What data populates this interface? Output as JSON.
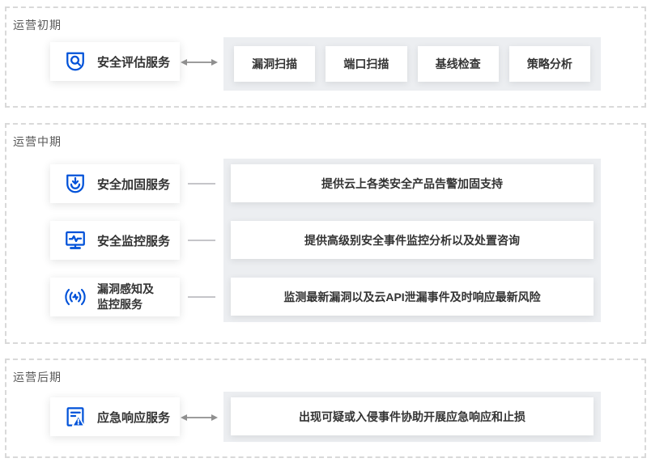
{
  "colors": {
    "accent_blue": "#0052D9",
    "card_text": "#333333",
    "section_title_text": "#595959",
    "panel_background": "#ECEEF1",
    "dashed_border": "#D9D9D9",
    "arrow_gray": "#9C9C9C"
  },
  "sections": [
    {
      "title": "运营初期",
      "service_card": {
        "label": "安全评估服务",
        "icon": "shield-search-icon"
      },
      "connector": "double-arrow",
      "items": [
        "漏洞扫描",
        "端口扫描",
        "基线检查",
        "策略分析"
      ]
    },
    {
      "title": "运营中期",
      "connector": "line",
      "rows": [
        {
          "label": "安全加固服务",
          "icon": "shield-download-icon",
          "description": "提供云上各类安全产品告警加固支持"
        },
        {
          "label": "安全监控服务",
          "icon": "monitor-pulse-icon",
          "description": "提供高级别安全事件监控分析以及处置咨询"
        },
        {
          "label_line1": "漏洞感知及",
          "label_line2": "监控服务",
          "icon": "signal-waves-icon",
          "description": "监测最新漏洞以及云API泄漏事件及时响应最新风险"
        }
      ]
    },
    {
      "title": "运营后期",
      "service_card": {
        "label": "应急响应服务",
        "icon": "doc-alert-icon"
      },
      "connector": "double-arrow",
      "description": "出现可疑或入侵事件协助开展应急响应和止损"
    }
  ]
}
